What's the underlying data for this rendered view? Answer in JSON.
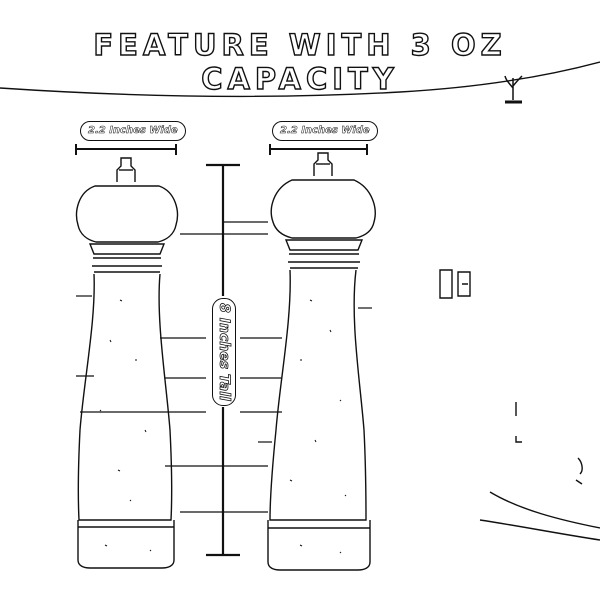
{
  "headline": "FEATURE WITH 3 OZ CAPACITY",
  "dimensions": {
    "left_width_label": "2.2 Inches Wide",
    "right_width_label": "2.2 Inches Wide",
    "height_label": "8 Inches Tall"
  },
  "product": {
    "name": "pepper-mill",
    "count": 2
  },
  "colors": {
    "line": "#111111",
    "background": "#ffffff"
  }
}
